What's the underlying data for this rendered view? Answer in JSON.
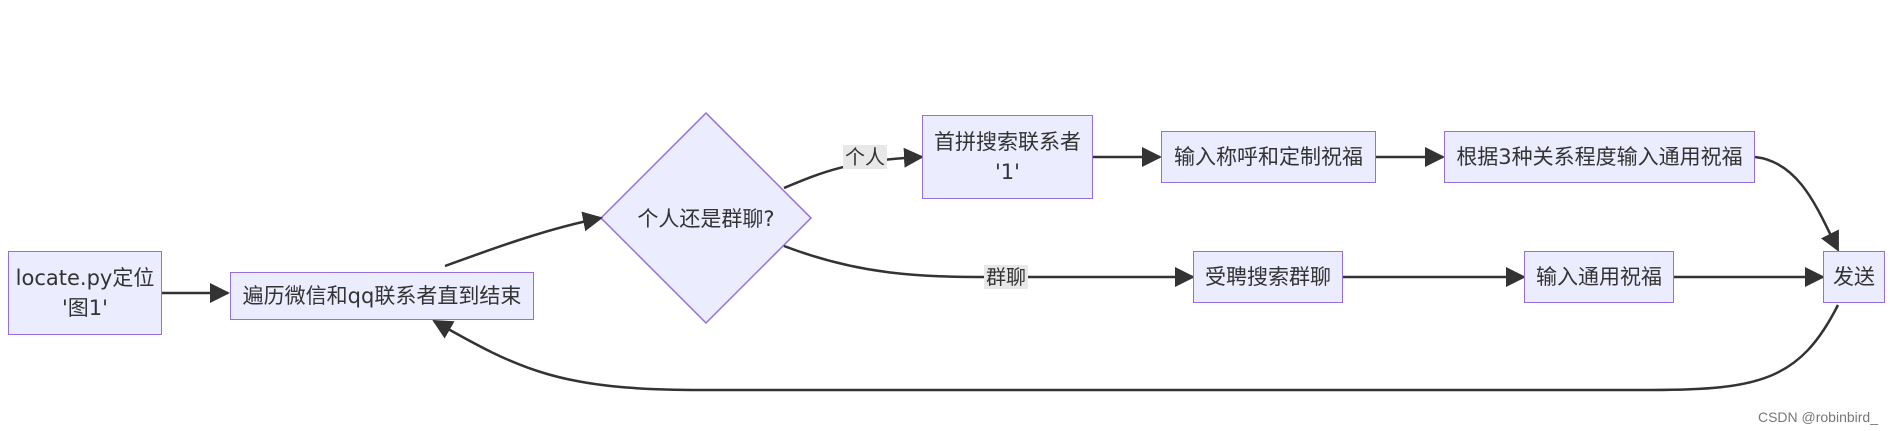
{
  "diagram": {
    "nodes": {
      "locate": "locate.py定位\n'图1'",
      "traverse": "遍历微信和qq联系者直到结束",
      "decision": "个人还是群聊?",
      "pinyin_search": "首拼搜索联系者\n'1'",
      "input_custom": "输入称呼和定制祝福",
      "by_relation": "根据3种关系程度输入通用祝福",
      "group_search": "受聘搜索群聊",
      "input_general": "输入通用祝福",
      "send": "发送"
    },
    "edge_labels": {
      "personal": "个人",
      "group": "群聊"
    },
    "colors": {
      "node_fill": "#ECECFF",
      "node_stroke": "#9370DB",
      "edge": "#333333",
      "edge_label_bg": "#e8e8e8"
    }
  },
  "watermark": "CSDN @robinbird_"
}
